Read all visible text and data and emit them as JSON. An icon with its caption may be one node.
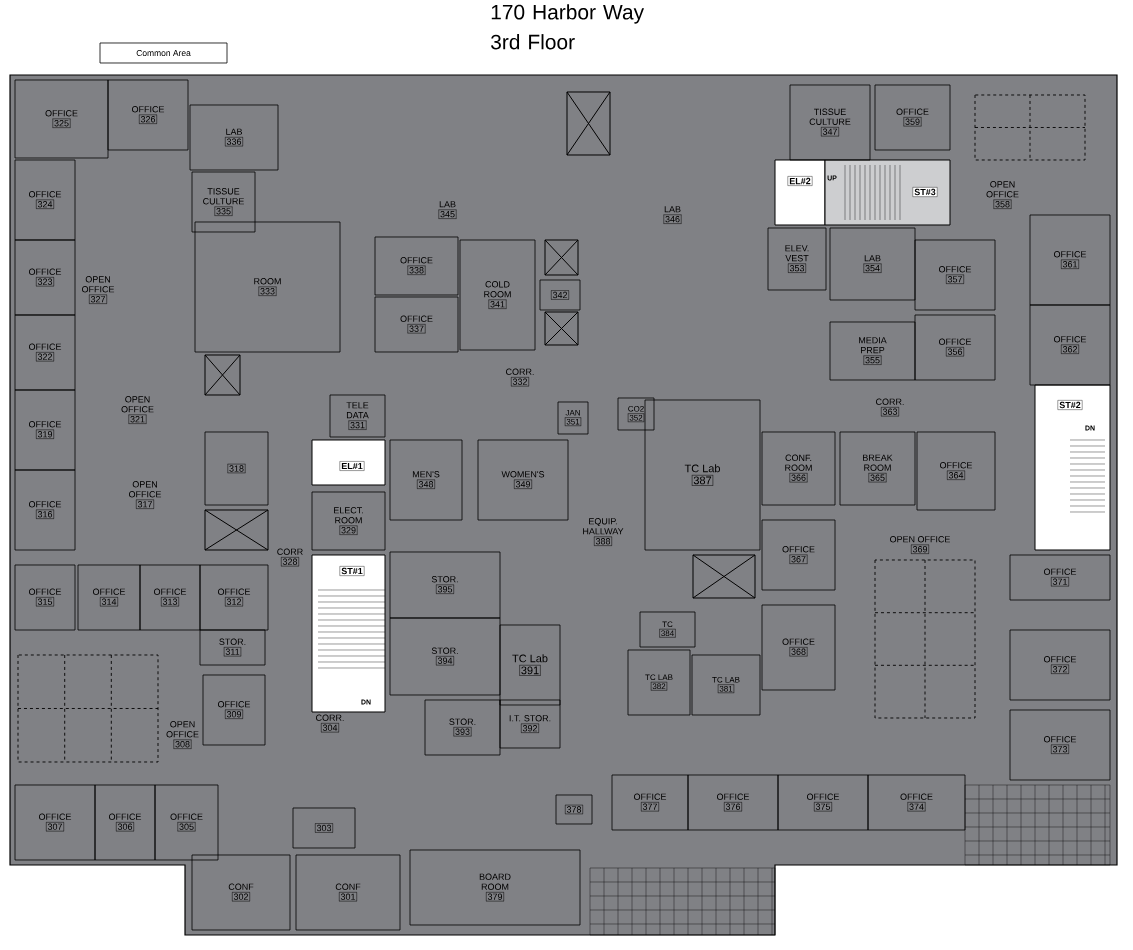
{
  "diagram": {
    "title": "170 Harbor Way 3rd Floor",
    "nodes": [
      {
        "text": [
          "OFFICE",
          "325"
        ]
      },
      {
        "text": [
          "OFFICE",
          "326"
        ]
      },
      {
        "text": [
          "LAB",
          "336"
        ]
      },
      {
        "text": [
          "OFFICE",
          "324"
        ]
      },
      {
        "text": [
          "TISSUE CULTURE",
          "335"
        ]
      },
      {
        "text": [
          "LAB",
          "345"
        ]
      },
      {
        "text": [
          "TISSUE CULTURE",
          "347"
        ]
      },
      {
        "text": [
          "OFFICE",
          "359"
        ]
      },
      {
        "text": [
          "OPEN OFFICE",
          "358"
        ]
      },
      {
        "text": [
          "LAB",
          "346"
        ]
      },
      {
        "text": [
          "OFFICE",
          "338"
        ]
      },
      {
        "text": [
          "OFFICE",
          "323"
        ]
      },
      {
        "text": [
          "OPEN OFFICE",
          "327"
        ]
      },
      {
        "text": [
          "ROOM",
          "333"
        ]
      },
      {
        "text": [
          "COLD ROOM",
          "341"
        ]
      },
      {
        "text": [
          "342"
        ]
      },
      {
        "text": [
          "ELEV. VEST",
          "353"
        ]
      },
      {
        "text": [
          "LAB",
          "354"
        ]
      },
      {
        "text": [
          "OFFICE",
          "357"
        ]
      },
      {
        "text": [
          "OFFICE",
          "361"
        ]
      },
      {
        "text": [
          "OFFICE",
          "337"
        ]
      },
      {
        "text": [
          "OFFICE",
          "322"
        ]
      },
      {
        "text": [
          "MEDIA PREP",
          "355"
        ]
      },
      {
        "text": [
          "OFFICE",
          "356"
        ]
      },
      {
        "text": [
          "OFFICE",
          "362"
        ]
      },
      {
        "text": [
          "CORR.",
          "332"
        ]
      },
      {
        "text": [
          "CORR.",
          "363"
        ]
      },
      {
        "text": [
          "OPEN OFFICE",
          "321"
        ]
      },
      {
        "text": [
          "TELE DATA",
          "331"
        ]
      },
      {
        "text": [
          "JAN",
          "351"
        ]
      },
      {
        "text": [
          "CO2",
          "352"
        ]
      },
      {
        "text": [
          "OFFICE",
          "319"
        ]
      },
      {
        "text": [
          "318"
        ]
      },
      {
        "text": [
          "MEN'S",
          "348"
        ]
      },
      {
        "text": [
          "WOMEN'S",
          "349"
        ]
      },
      {
        "text": [
          "TC Lab",
          "387"
        ]
      },
      {
        "text": [
          "CONF. ROOM",
          "366"
        ]
      },
      {
        "text": [
          "BREAK ROOM",
          "365"
        ]
      },
      {
        "text": [
          "OFFICE",
          "364"
        ]
      },
      {
        "text": [
          "OPEN OFFICE",
          "317"
        ]
      },
      {
        "text": [
          "OFFICE",
          "316"
        ]
      },
      {
        "text": [
          "ELECT. ROOM",
          "329"
        ]
      },
      {
        "text": [
          "EQUIP. HALLWAY",
          "388"
        ]
      },
      {
        "text": [
          "OPEN OFFICE",
          "369"
        ]
      },
      {
        "text": [
          "OFFICE",
          "367"
        ]
      },
      {
        "text": [
          "CORR",
          "328"
        ]
      },
      {
        "text": [
          "OFFICE",
          "315"
        ]
      },
      {
        "text": [
          "OFFICE",
          "314"
        ]
      },
      {
        "text": [
          "OFFICE",
          "313"
        ]
      },
      {
        "text": [
          "OFFICE",
          "312"
        ]
      },
      {
        "text": [
          "STOR.",
          "395"
        ]
      },
      {
        "text": [
          "OFFICE",
          "371"
        ]
      },
      {
        "text": [
          "TC",
          "384"
        ]
      },
      {
        "text": [
          "STOR.",
          "311"
        ]
      },
      {
        "text": [
          "STOR.",
          "394"
        ]
      },
      {
        "text": [
          "OFFICE",
          "368"
        ]
      },
      {
        "text": [
          "OFFICE",
          "372"
        ]
      },
      {
        "text": [
          "TC Lab",
          "391"
        ]
      },
      {
        "text": [
          "TC LAB",
          "382"
        ]
      },
      {
        "text": [
          "TC LAB",
          "381"
        ]
      },
      {
        "text": [
          "OFFICE",
          "309"
        ]
      },
      {
        "text": [
          "CORR.",
          "304"
        ]
      },
      {
        "text": [
          "STOR.",
          "393"
        ]
      },
      {
        "text": [
          "I.T. STOR.",
          "392"
        ]
      },
      {
        "text": [
          "OPEN OFFICE",
          "308"
        ]
      },
      {
        "text": [
          "OFFICE",
          "373"
        ]
      },
      {
        "text": [
          "OFFICE",
          "377"
        ]
      },
      {
        "text": [
          "OFFICE",
          "376"
        ]
      },
      {
        "text": [
          "OFFICE",
          "375"
        ]
      },
      {
        "text": [
          "OFFICE",
          "374"
        ]
      },
      {
        "text": [
          "378"
        ]
      },
      {
        "text": [
          "OFFICE",
          "307"
        ]
      },
      {
        "text": [
          "OFFICE",
          "306"
        ]
      },
      {
        "text": [
          "OFFICE",
          "305"
        ]
      },
      {
        "text": [
          "303"
        ]
      },
      {
        "text": [
          "CONF",
          "302"
        ]
      },
      {
        "text": [
          "CONF",
          "301"
        ]
      },
      {
        "text": [
          "BOARD ROOM",
          "379"
        ]
      }
    ],
    "labels": [
      "UP",
      "EL#2",
      "ST#3",
      "ST#2",
      "DN",
      "EL#1",
      "ST#1",
      "DN"
    ],
    "legend": [
      {
        "text": "Common Area",
        "color": "#ffffff"
      }
    ]
  }
}
